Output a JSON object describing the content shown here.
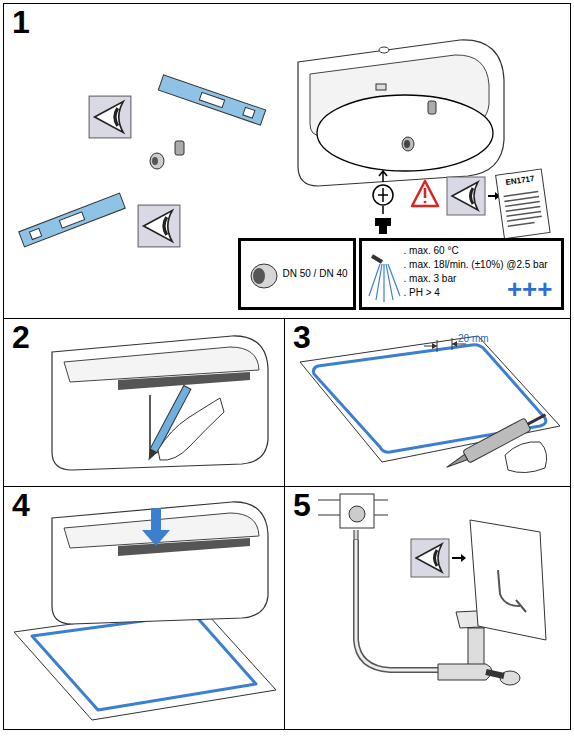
{
  "diagram": {
    "nodes": [
      {
        "text": [
          "1"
        ]
      },
      {
        "text": [
          "DN 50 / DN 40"
        ],
        "in": 0
      },
      {
        "text": [
          ". max. 60 °C",
          ". max. 18l/min. (±10%) @2.5 bar",
          ". max. 3 bar",
          ". PH > 4",
          "+++"
        ],
        "in": 0
      },
      {
        "text": [
          "2"
        ]
      },
      {
        "text": [
          "3"
        ]
      },
      {
        "text": [
          "4"
        ]
      },
      {
        "text": [
          "5"
        ]
      }
    ],
    "labels": [
      "EN1717",
      "20 mm"
    ]
  }
}
